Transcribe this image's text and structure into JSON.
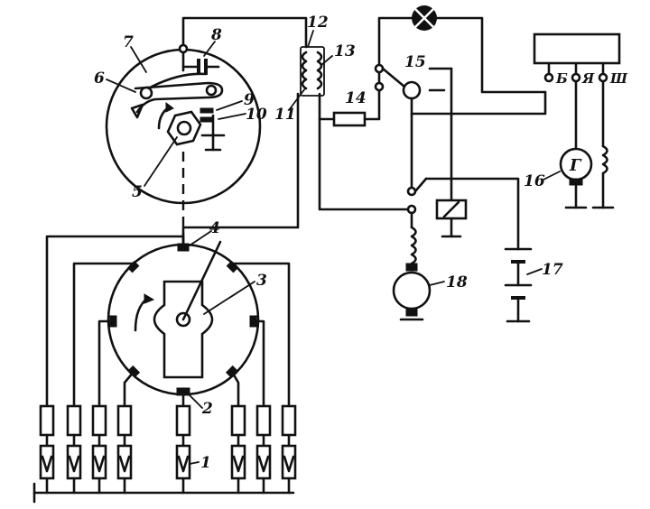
{
  "labels": {
    "l1": "1",
    "l2": "2",
    "l3": "3",
    "l4": "4",
    "l5": "5",
    "l6": "6",
    "l7": "7",
    "l8": "8",
    "l9": "9",
    "l10": "10",
    "l11": "11",
    "l12": "12",
    "l13": "13",
    "l14": "14",
    "l15": "15",
    "l16": "16",
    "l17": "17",
    "l18": "18"
  },
  "terminals": {
    "b": "Б",
    "ya": "Я",
    "sh": "Ш"
  },
  "generator": {
    "letter": "Г"
  }
}
